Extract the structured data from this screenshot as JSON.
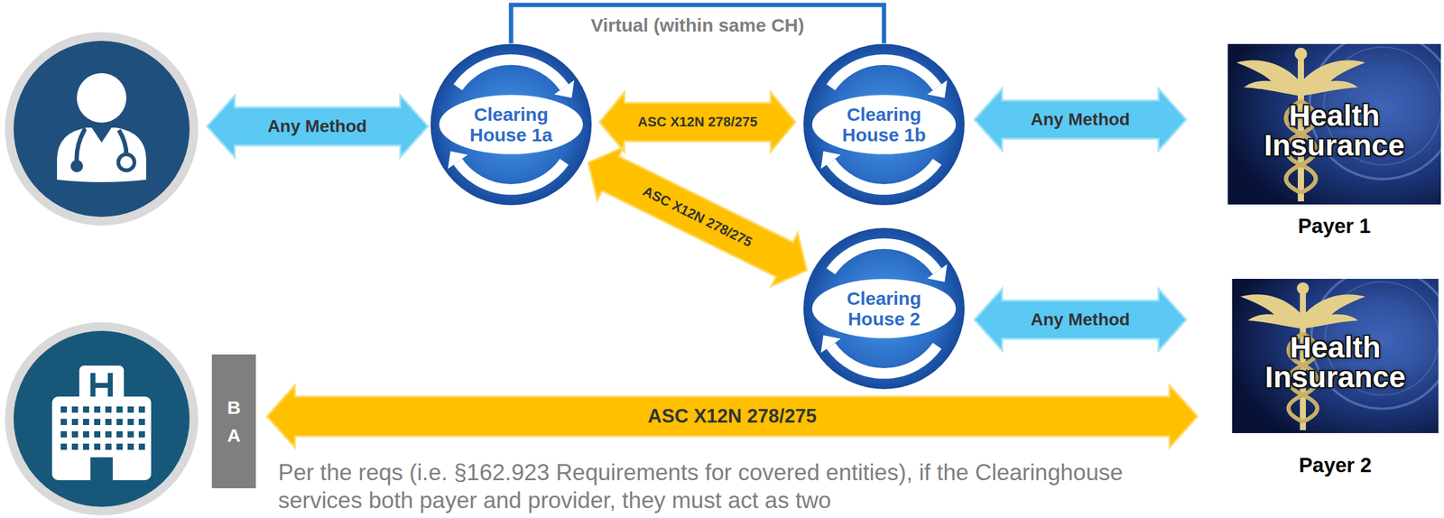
{
  "diagram": {
    "nodes": [
      {
        "text": [
          "Clearing House 1a"
        ]
      },
      {
        "text": [
          "Clearing House 1b"
        ]
      },
      {
        "text": [
          "Health Insurance",
          "Payer 1"
        ]
      },
      {
        "text": [
          "Clearing House 2"
        ]
      },
      {
        "text": [
          "Health Insurance",
          "Payer 2"
        ]
      },
      {
        "text": [
          "B A"
        ]
      }
    ],
    "edges": [
      {
        "from": 0,
        "to": 1,
        "label": "Virtual (within same CH)",
        "arrow": "none"
      },
      {
        "from": 0,
        "to": 1,
        "label": "ASC X12N 278/275",
        "arrow": "both"
      },
      {
        "from": 1,
        "to": 2,
        "label": "Any Method",
        "arrow": "both"
      },
      {
        "from": 0,
        "to": 3,
        "label": "ASC X12N 278/275",
        "arrow": "both"
      },
      {
        "from": 3,
        "to": 4,
        "label": "Any Method",
        "arrow": "both"
      },
      {
        "from": 5,
        "to": 4,
        "label": "ASC X12N 278/275",
        "arrow": "both"
      }
    ],
    "labels": [
      "Any Method",
      "Per the reqs (i.e. §162.923 Requirements for covered entities), if the Clearinghouse services both payer and provider, they must act as two"
    ]
  }
}
